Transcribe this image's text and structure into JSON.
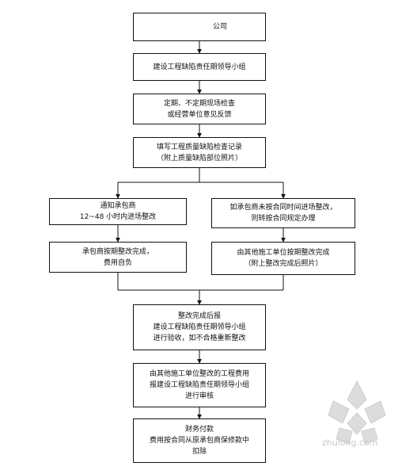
{
  "boxes": {
    "b1": [
      "公司"
    ],
    "b2": [
      "建设工程缺陷责任期领导小组"
    ],
    "b3": [
      "定期、不定期现场检查",
      "或经营单位意见反馈"
    ],
    "b4": [
      "填写工程质量缺陷检查记录",
      "（附上质量缺陷部位照片）"
    ],
    "b5": [
      "通知承包商",
      "12~48 小时内进场整改"
    ],
    "b6": [
      "如承包商未按合同时间进场整改，",
      "则转按合同规定办理"
    ],
    "b7": [
      "承包商按期整改完成，",
      "费用自负"
    ],
    "b8": [
      "由其他施工单位按期整改完成",
      "（附上整改完成后照片）"
    ],
    "b9": [
      "整改完成后报",
      "建设工程缺陷责任期领导小组",
      "进行验收，如不合格重新整改"
    ],
    "b10": [
      "由其他施工单位整改的工程费用",
      "报建设工程缺陷责任期领导小组",
      "进行审核"
    ],
    "b11": [
      "财务付款",
      "费用按合同从原承包商保修款中",
      "扣除"
    ]
  },
  "watermark": {
    "text": "zhulong.com",
    "color": "#c8c8c8"
  },
  "colors": {
    "line": "#111111",
    "background": "#ffffff"
  }
}
